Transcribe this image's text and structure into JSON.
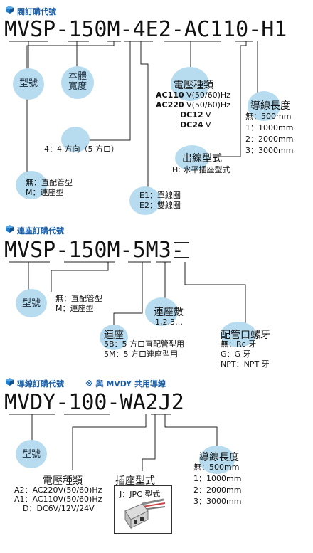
{
  "section1": {
    "header": "閥訂購代號",
    "code": "MVSP-150M-4E2-AC110-H1",
    "bubble_type": "型號",
    "bubble_body": [
      "本體",
      "寬度"
    ],
    "voltage_title": "電壓種類",
    "voltages": [
      {
        "code": "AC110",
        "unit": " V(50/60)Hz"
      },
      {
        "code": "AC220",
        "unit": " V(50/60)Hz"
      },
      {
        "code": "DC12",
        "unit": " V"
      },
      {
        "code": "DC24",
        "unit": " V"
      }
    ],
    "wire_title": "導線長度",
    "wire_lines": [
      "無：500mm",
      "1：1000mm",
      "2：2000mm",
      "3：3000mm"
    ],
    "ways": "4：4 方向（5 方口）",
    "outlet_title": "出線型式",
    "outlet_line": "H: 水平插座型式",
    "piping": [
      "無：直配管型",
      "M：連座型"
    ],
    "coil": [
      "E1：單線圈",
      "E2：雙線圈"
    ]
  },
  "section2": {
    "header": "連座訂購代號",
    "code": "MVSP-150M-5M3-",
    "bubble_type": "型號",
    "piping": [
      "無：直配管型",
      "M：連座型"
    ],
    "stations_title": "連座數",
    "stations_values": "1,2,3…",
    "base_title": "連座",
    "base_lines": [
      "5B：5 方口直配管型用",
      "5M：5 方口連座型用"
    ],
    "thread_title": "配管口螺牙",
    "thread_lines": [
      "無：Rc 牙",
      "G：G 牙",
      "NPT：NPT 牙"
    ]
  },
  "section3": {
    "header": "導線訂購代號",
    "note": "※ 與 MVDY 共用導線",
    "code": "MVDY-100-WA2J2",
    "bubble_type": "型號",
    "voltage_title": "電壓種類",
    "voltage_lines": [
      "A2：AC220V(50/60)Hz",
      "A1：AC110V(50/60)Hz",
      "D：DC6V/12V/24V"
    ],
    "plug_title": "插座型式",
    "plug_label": "J：JPC 型式",
    "wire_title": "導線長度",
    "wire_lines": [
      "無：500mm",
      "1：1000mm",
      "2：2000mm",
      "3：3000mm"
    ]
  },
  "colors": {
    "header": "#1a5fa8",
    "bubble": "#b8dcef",
    "cube": "#1f7fd0"
  }
}
